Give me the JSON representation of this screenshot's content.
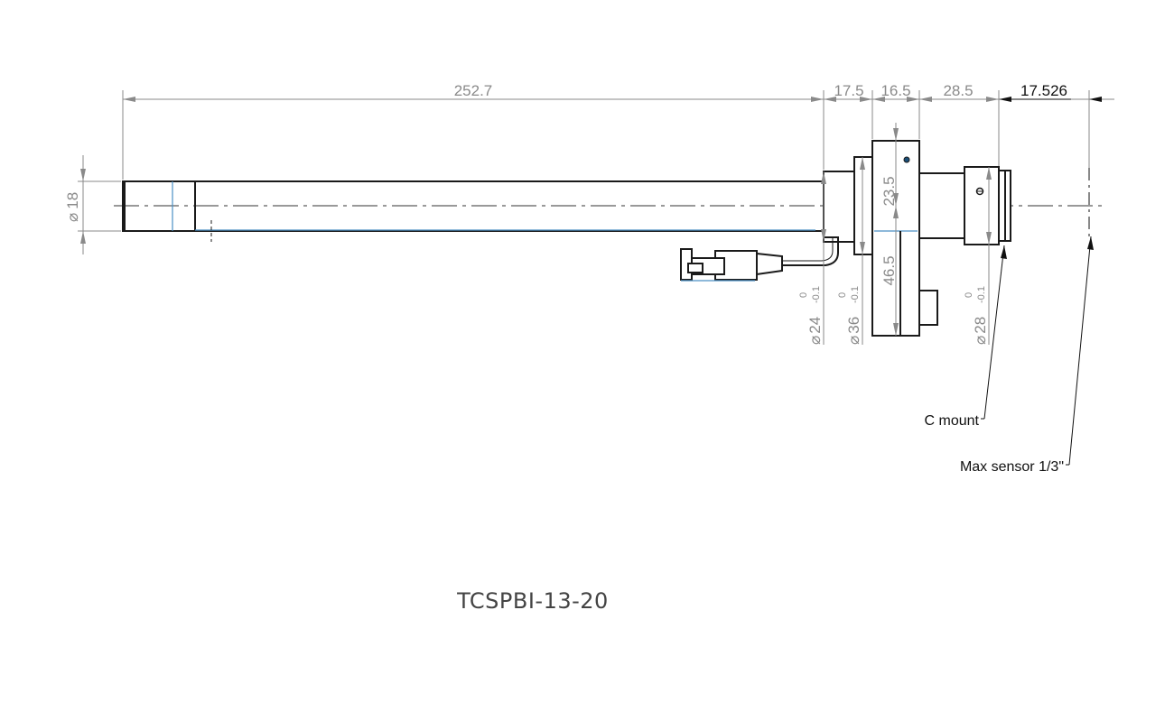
{
  "dimensions": {
    "overall_length": "252.7",
    "seg_1": "17.5",
    "seg_2": "16.5",
    "seg_3": "28.5",
    "back_focus": "17.526",
    "diameter_tube": "18",
    "height_upper": "23.5",
    "height_lower": "46.5",
    "diameter_24": "24",
    "diameter_36": "36",
    "diameter_28": "28",
    "tol_upper": "0",
    "tol_lower": "-0.1",
    "diameter_symbol": "⌀"
  },
  "callouts": {
    "c_mount": "C mount",
    "max_sensor": "Max sensor 1/3\""
  },
  "title": "TCSPBI-13-20",
  "colors": {
    "outline": "#1a1a1a",
    "dimension": "#8a8a8a",
    "hidden_line": "#4a8fc4"
  }
}
